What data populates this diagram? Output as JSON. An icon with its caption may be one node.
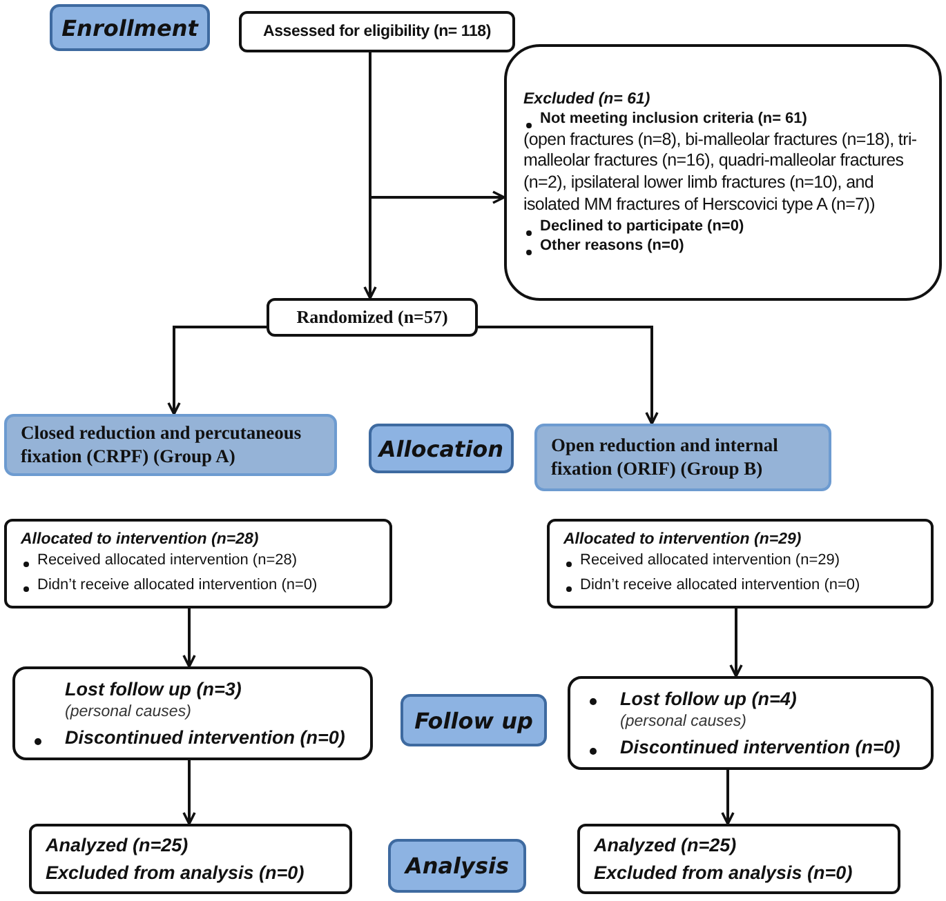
{
  "diagram": {
    "nodes": [
      {
        "text": [
          "Enrollment"
        ]
      },
      {
        "text": [
          "Assessed for eligibility (n= 118)"
        ]
      },
      {
        "text": [
          "Excluded (n= 61)",
          "Not meeting inclusion criteria (n= 61)",
          "(open fractures (n=8), bi-malleolar fractures (n=18), tri-malleolar fractures (n=16), quadri-malleolar fractures (n=2), ipsilateral lower limb fractures (n=10), and isolated MM fractures of Herscovici type A (n=7))",
          "Declined to participate (n=0)",
          "Other reasons (n=0)"
        ]
      },
      {
        "text": [
          "Randomized (n=57)"
        ]
      },
      {
        "text": [
          "Closed reduction and percutaneous fixation (CRPF) (Group A)"
        ]
      },
      {
        "text": [
          "Allocation"
        ]
      },
      {
        "text": [
          "Open reduction and internal fixation (ORIF) (Group B)"
        ]
      },
      {
        "text": [
          "Allocated to intervention (n=28)",
          "Received allocated intervention (n=28)",
          "Didn’t receive allocated intervention (n=0)"
        ]
      },
      {
        "text": [
          "Allocated to intervention (n=29)",
          "Received allocated intervention (n=29)",
          "Didn’t receive allocated intervention (n=0)"
        ]
      },
      {
        "text": [
          "Lost follow up (n=3)",
          "(personal causes)",
          "Discontinued intervention (n=0)"
        ]
      },
      {
        "text": [
          "Follow up"
        ]
      },
      {
        "text": [
          "Lost follow up (n=4)",
          "(personal causes)",
          "Discontinued intervention (n=0)"
        ]
      },
      {
        "text": [
          "Analyzed (n=25)",
          "Excluded from analysis (n=0)"
        ]
      },
      {
        "text": [
          "Analysis"
        ]
      },
      {
        "text": [
          "Analyzed (n=25)",
          "Excluded from analysis (n=0)"
        ]
      }
    ],
    "edges": [
      {
        "from": 1,
        "to": 3,
        "arrow": "to"
      },
      {
        "from": 1,
        "to": 2,
        "arrow": "to"
      },
      {
        "from": 3,
        "to": 4,
        "arrow": "to"
      },
      {
        "from": 3,
        "to": 6,
        "arrow": "to"
      },
      {
        "from": 7,
        "to": 9,
        "arrow": "to"
      },
      {
        "from": 8,
        "to": 11,
        "arrow": "to"
      },
      {
        "from": 9,
        "to": 12,
        "arrow": "to"
      },
      {
        "from": 11,
        "to": 14,
        "arrow": "to"
      }
    ]
  }
}
